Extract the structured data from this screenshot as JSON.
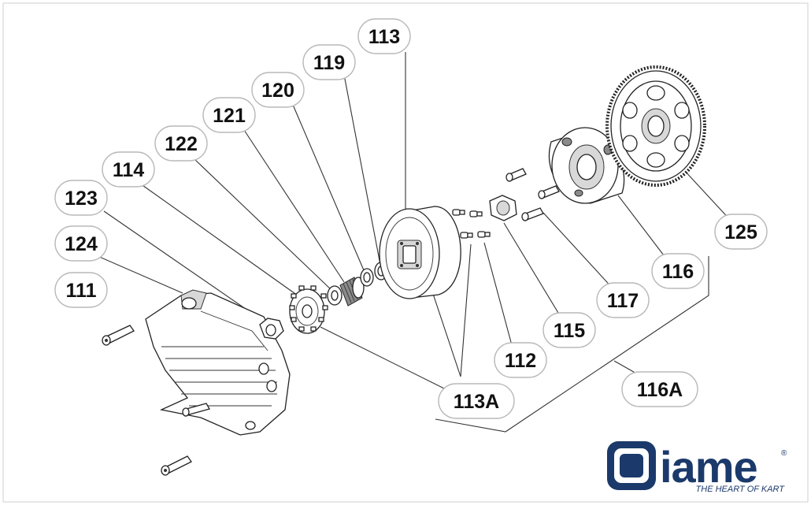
{
  "diagram": {
    "callouts": [
      {
        "id": "113"
      },
      {
        "id": "119"
      },
      {
        "id": "120"
      },
      {
        "id": "121"
      },
      {
        "id": "122"
      },
      {
        "id": "114"
      },
      {
        "id": "123"
      },
      {
        "id": "124"
      },
      {
        "id": "111"
      },
      {
        "id": "113A"
      },
      {
        "id": "112"
      },
      {
        "id": "115"
      },
      {
        "id": "117"
      },
      {
        "id": "116"
      },
      {
        "id": "125"
      },
      {
        "id": "116A"
      }
    ]
  },
  "logo": {
    "brand": "iame",
    "tagline": "THE HEART OF KART",
    "registered": "®",
    "color": "#1b3a6b"
  }
}
